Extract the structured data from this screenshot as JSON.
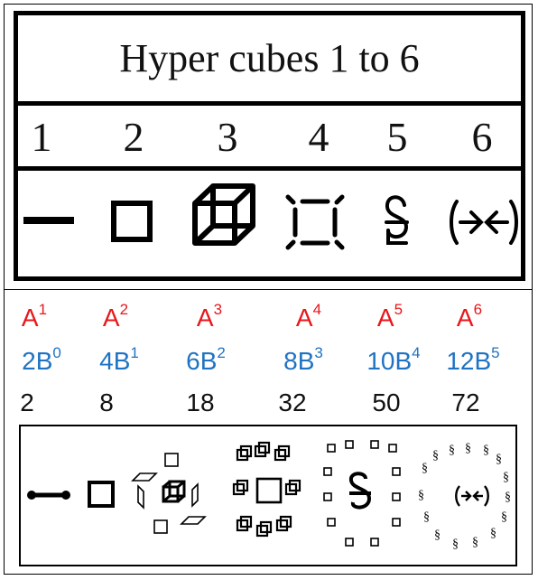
{
  "title": "Hyper cubes 1 to 6",
  "dimensions": [
    "1",
    "2",
    "3",
    "4",
    "5",
    "6"
  ],
  "icons": [
    "line-segment-icon",
    "square-icon",
    "cube-icon",
    "tesseract-icon",
    "penteract-symbol-icon",
    "hexeract-symbol-icon"
  ],
  "vertices": [
    {
      "base": "A",
      "exp": "1"
    },
    {
      "base": "A",
      "exp": "2"
    },
    {
      "base": "A",
      "exp": "3"
    },
    {
      "base": "A",
      "exp": "4"
    },
    {
      "base": "A",
      "exp": "5"
    },
    {
      "base": "A",
      "exp": "6"
    }
  ],
  "faces": [
    {
      "base": "2B",
      "exp": "0"
    },
    {
      "base": "4B",
      "exp": "1"
    },
    {
      "base": "6B",
      "exp": "2"
    },
    {
      "base": "8B",
      "exp": "3"
    },
    {
      "base": "10B",
      "exp": "4"
    },
    {
      "base": "12B",
      "exp": "5"
    }
  ],
  "counts": [
    "2",
    "8",
    "18",
    "32",
    "50",
    "72"
  ],
  "colors": {
    "vertex": "#e8171c",
    "face": "#1f73c2",
    "count": "#111111",
    "ink": "#000000"
  },
  "expansion_icons": [
    "dumbbell-icon",
    "square-icon",
    "exploded-cube-icon",
    "exploded-tesseract-icon",
    "penteract-ring-icon",
    "hexeract-ring-icon"
  ]
}
